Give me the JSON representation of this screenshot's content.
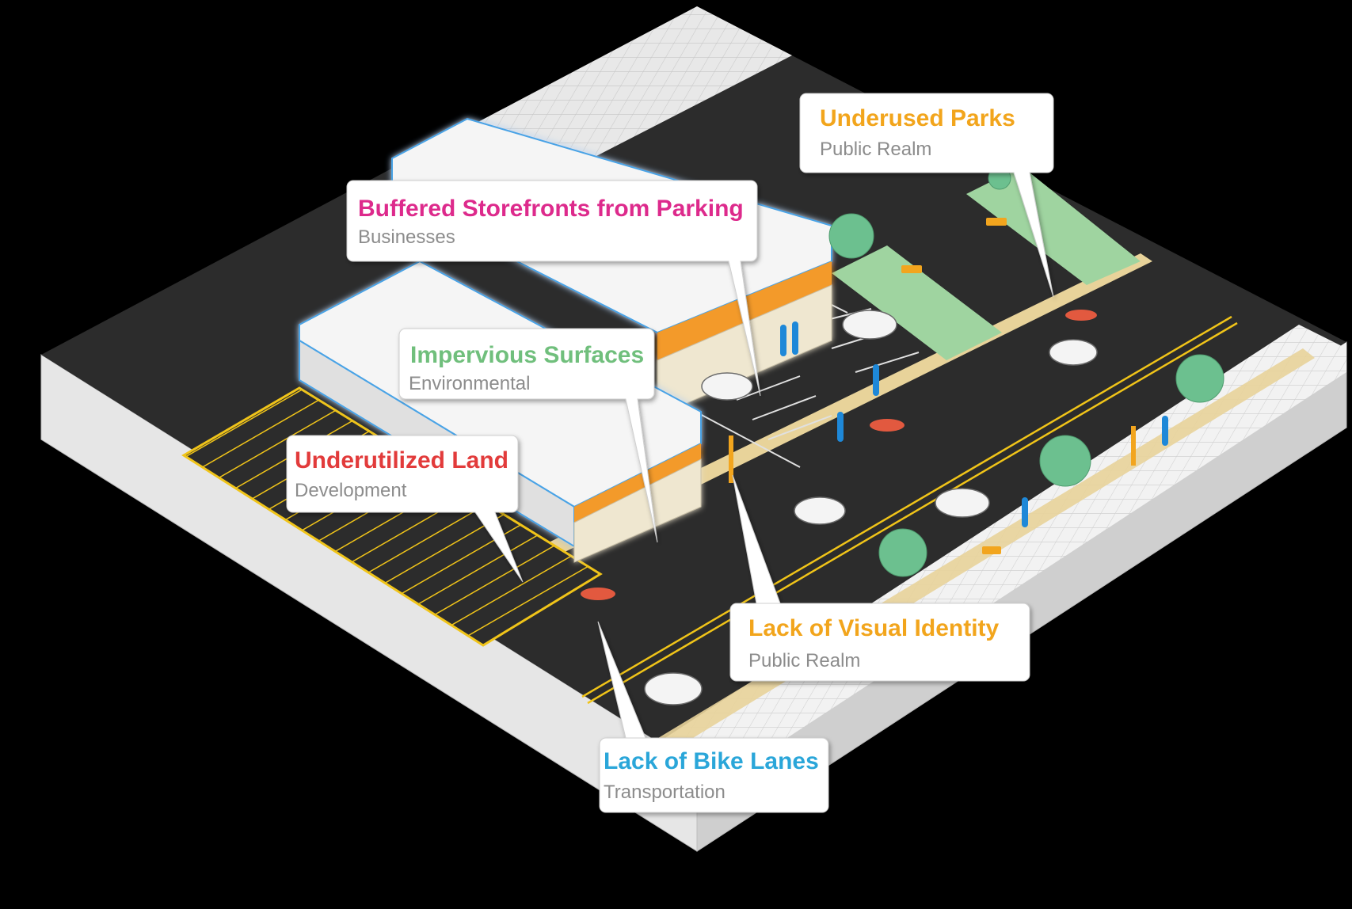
{
  "callouts": [
    {
      "title": "Underused Parks",
      "category": "Public Realm",
      "color": "#f2a51e"
    },
    {
      "title": "Buffered Storefronts from Parking",
      "category": "Businesses",
      "color": "#dd2b8c"
    },
    {
      "title": "Impervious Surfaces",
      "category": "Environmental",
      "color": "#6fbf7c"
    },
    {
      "title": "Underutilized Land",
      "category": "Development",
      "color": "#e23a3a"
    },
    {
      "title": "Lack of Visual Identity",
      "category": "Public Realm",
      "color": "#f2a51e"
    },
    {
      "title": "Lack of Bike Lanes",
      "category": "Transportation",
      "color": "#2aa6d9"
    }
  ],
  "colors": {
    "asphalt": "#2c2c2c",
    "sidewalk": "#efefef",
    "curb": "#e8d39a",
    "grass": "#9fd4a0",
    "awning": "#f39a2b",
    "people": "#1e88d8",
    "trees": "#6cc08f",
    "outline": "#4aa3e6",
    "hatch": "#f0c419"
  }
}
